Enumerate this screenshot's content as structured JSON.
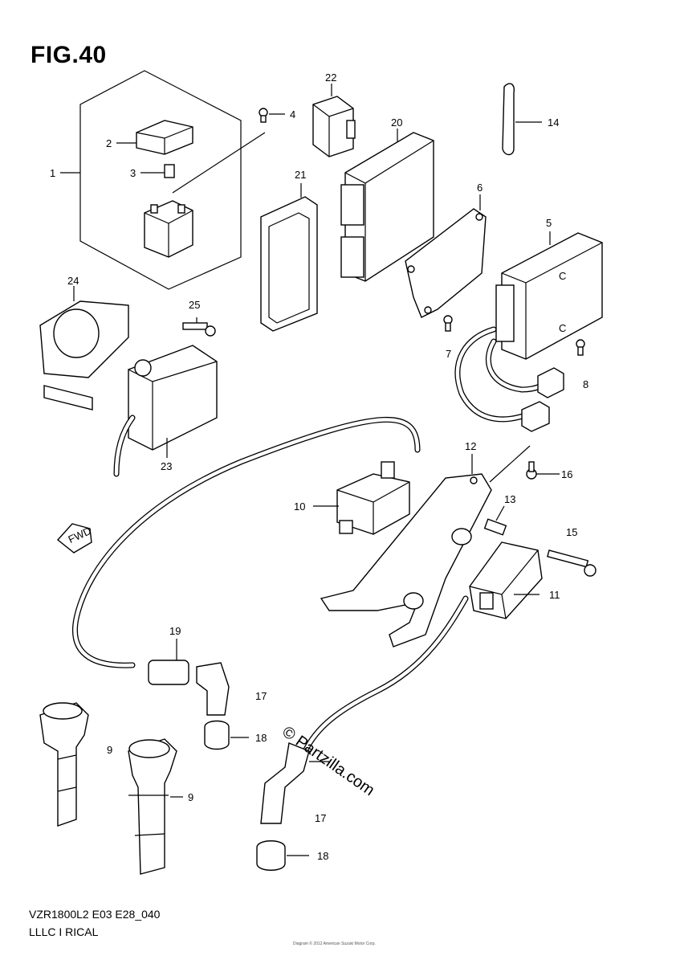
{
  "figure": {
    "title": "FIG.40",
    "model_code": "VZR1800L2 E03 E28_040",
    "section_name": "LLLC I RICAL",
    "watermark": "© Partzilla.com",
    "fwd_label": "FWD",
    "tiny_text": "Diagram © 2012 American Suzuki Motor Corp."
  },
  "callouts": {
    "c1": "1",
    "c2": "2",
    "c3": "3",
    "c4": "4",
    "c5": "5",
    "c6": "6",
    "c7": "7",
    "c8": "8",
    "c9a": "9",
    "c9b": "9",
    "c10": "10",
    "c11": "11",
    "c12": "12",
    "c13": "13",
    "c14": "14",
    "c15": "15",
    "c16": "16",
    "c17a": "17",
    "c17b": "17",
    "c18a": "18",
    "c18b": "18",
    "c19": "19",
    "c20": "20",
    "c21": "21",
    "c22": "22",
    "c23": "23",
    "c24": "24",
    "c25": "25"
  }
}
